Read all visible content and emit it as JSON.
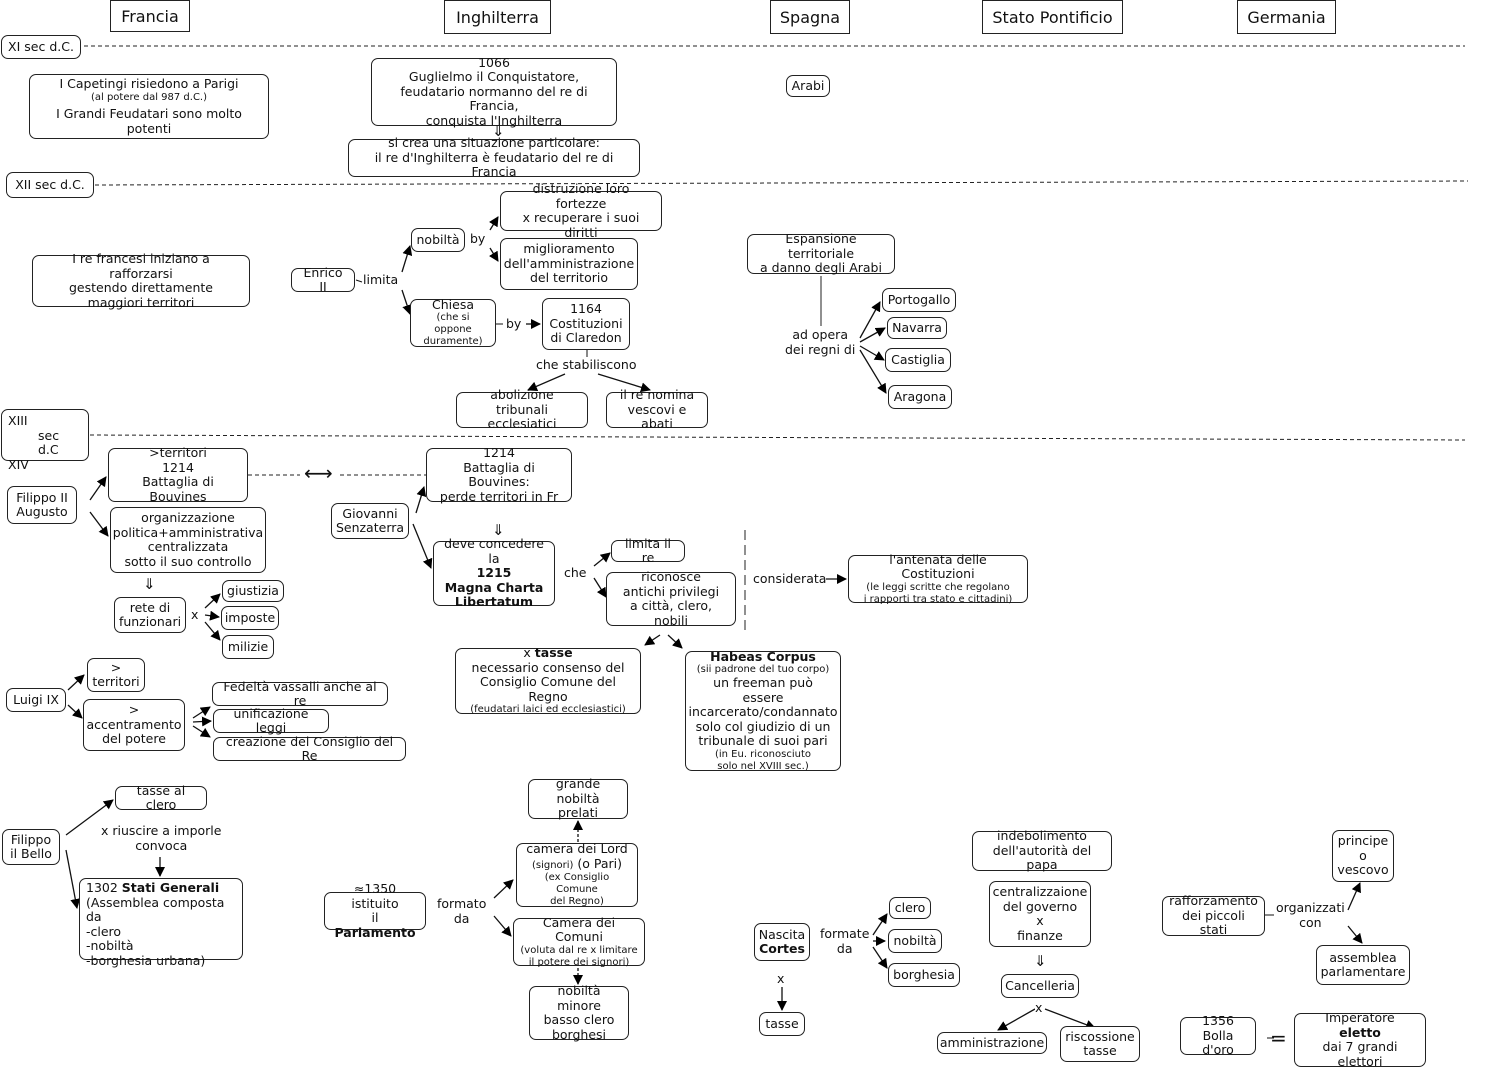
{
  "headers": [
    "Francia",
    "Inghilterra",
    "Spagna",
    "Stato Pontificio",
    "Germania"
  ],
  "periods": {
    "xi": "XI sec d.C.",
    "xii": "XII sec d.C.",
    "xiii_a": "XIII",
    "xiii_b": "sec d.C",
    "xiii_c": "XIV"
  },
  "nodes": {
    "capetingi_1": "I Capetingi risiedono a Parigi",
    "capetingi_2": "(al potere dal 987 d.C.)",
    "capetingi_3": "I Grandi Feudatari sono molto potenti",
    "guglielmo_1": "1066",
    "guglielmo_2": "Guglielmo il Conquistatore,",
    "guglielmo_3": "feudatario normanno del re di Francia,",
    "guglielmo_4": "conquista l'Inghilterra",
    "situazione_1": "si crea una situazione particolare:",
    "situazione_2": "il re d'Inghilterra è feudatario del re di Francia",
    "arabi": "Arabi",
    "re_francesi_1": "I re francesi iniziano a rafforzarsi",
    "re_francesi_2": "gestendo direttamente",
    "re_francesi_3": "maggiori territori",
    "enrico": "Enrico II",
    "nobilta": "nobiltà",
    "distruzione_1": "distruzione loro fortezze",
    "distruzione_2": "x recuperare i suoi diritti",
    "miglioramento_1": "miglioramento",
    "miglioramento_2": "dell'amministrazione",
    "miglioramento_3": "del territorio",
    "chiesa_1": "Chiesa",
    "chiesa_2": "(che si oppone",
    "chiesa_3": "duramente)",
    "costituzioni_1": "1164",
    "costituzioni_2": "Costituzioni",
    "costituzioni_3": "di Claredon",
    "abolizione_1": "abolizione",
    "abolizione_2": "tribunali ecclesiatici",
    "nomina_1": "il re nomina",
    "nomina_2": "vescovi e abati",
    "espansione_1": "Espansione territoriale",
    "espansione_2": "a danno degli Arabi",
    "portogallo": "Portogallo",
    "navarra": "Navarra",
    "castiglia": "Castiglia",
    "aragona": "Aragona",
    "filippo2_1": "Filippo II",
    "filippo2_2": "Augusto",
    "territori_1": ">territori",
    "territori_2": "1214",
    "territori_3": "Battaglia di Bouvines",
    "organizzazione_1": "organizzazione",
    "organizzazione_2": "politica+amministrativa",
    "organizzazione_3": "centralizzata",
    "organizzazione_4": "sotto il suo controllo",
    "rete_1": "rete di",
    "rete_2": "funzionari",
    "giustizia": "giustizia",
    "imposte": "imposte",
    "milizie": "milizie",
    "bouvines_1": "1214",
    "bouvines_2": "Battaglia di Bouvines:",
    "bouvines_3": "perde territori in Fr",
    "giovanni_1": "Giovanni",
    "giovanni_2": "Senzaterra",
    "magna_1": "deve concedere la",
    "magna_2": "1215",
    "magna_3": "Magna Charta",
    "magna_4": "Libertatum",
    "limita_re": "limita il re",
    "riconosce_1": "riconosce",
    "riconosce_2": "antichi privilegi",
    "riconosce_3": "a città, clero, nobili",
    "antenata_1": "l'antenata delle Costituzioni",
    "antenata_2": "(le leggi scritte che regolano",
    "antenata_3": "i rapporti tra stato e cittadini)",
    "tasse_cons_1a": "x ",
    "tasse_cons_1b": "tasse",
    "tasse_cons_2": "necessario consenso del",
    "tasse_cons_3": "Consiglio Comune del Regno",
    "tasse_cons_4": "(feudatari laici ed ecclesiastici)",
    "habeas_1": "Habeas Corpus",
    "habeas_2": "(sii padrone del tuo corpo)",
    "habeas_3": "un freeman può essere",
    "habeas_4": "incarcerato/condannato",
    "habeas_5": "solo col giudizio di un",
    "habeas_6": "tribunale di suoi pari",
    "habeas_7": "(in Eu. riconosciuto",
    "habeas_8": "solo nel XVIII sec.)",
    "luigi": "Luigi IX",
    "luigi_terr_1": ">",
    "luigi_terr_2": "territori",
    "accentramento_1": ">",
    "accentramento_2": "accentramento",
    "accentramento_3": "del potere",
    "fedelta": "Fedeltà vassalli anche al re",
    "unificazione": "unificazione leggi",
    "consiglio_re": "creazione del Consiglio del Re",
    "filippo_bello_1": "Filippo",
    "filippo_bello_2": "il Bello",
    "tasse_clero": "tasse al clero",
    "stati_1a": "1302 ",
    "stati_1b": "Stati Generali",
    "stati_2": "(Assemblea composta da",
    "stati_3": "-clero",
    "stati_4": "-nobiltà",
    "stati_5": "-borghesia urbana)",
    "grande_nob_1": "grande nobiltà",
    "grande_nob_2": "prelati",
    "lord_1": "camera dei Lord",
    "lord_2": "(signori)",
    "lord_2b": " (o Pari)",
    "lord_3": "(ex Consiglio Comune",
    "lord_4": "del Regno)",
    "parlamento_1": "≈1350 istituito",
    "parlamento_2a": "il ",
    "parlamento_2b": "Parlamento",
    "comuni_1": "Camera dei Comuni",
    "comuni_2": "(voluta dal re x limitare",
    "comuni_3": "il potere dei signori)",
    "nob_minore_1": "nobiltà minore",
    "nob_minore_2": "basso clero",
    "nob_minore_3": "borghesi",
    "cortes_1": "Nascita",
    "cortes_2": "Cortes",
    "clero": "clero",
    "nobilta2": "nobiltà",
    "borghesia": "borghesia",
    "tasse": "tasse",
    "indebolimento_1": "indebolimento",
    "indebolimento_2": "dell'autorità del papa",
    "centralizz_1": "centralizzaione",
    "centralizz_2": "del governo",
    "centralizz_3": "x",
    "centralizz_4": "finanze",
    "cancelleria": "Cancelleria",
    "amministrazione": "amministrazione",
    "riscossione_1": "riscossione",
    "riscossione_2": "tasse",
    "rafforzamento_1": "rafforzamento",
    "rafforzamento_2": "dei piccoli stati",
    "principe_1": "principe",
    "principe_2": "o",
    "principe_3": "vescovo",
    "assemblea_1": "assemblea",
    "assemblea_2": "parlamentare",
    "bolla_1": "1356",
    "bolla_2": "Bolla d'oro",
    "imperatore_1": "Imperatore",
    "imperatore_2": "eletto",
    "imperatore_3": "dai 7 grandi elettori"
  },
  "links": {
    "by1": "by",
    "limita": "limita",
    "by2": "by",
    "che_stab": "che stabiliscono",
    "opera_1": "ad opera",
    "opera_2": "dei regni di",
    "che": "che",
    "considerata": "considerata",
    "x_rete": "x",
    "riuscire_1": "x riuscire a imporle",
    "riuscire_2": "convoca",
    "formato_1": "formato",
    "formato_2": "da",
    "formate_1": "formate",
    "formate_2": "da",
    "x_cortes": "x",
    "x_cancelleria": "x",
    "organizzati_1": "organizzati",
    "organizzati_2": "con",
    "equals": "="
  },
  "symbols": {
    "implies": "⇓",
    "double_arrow": "⟷"
  }
}
